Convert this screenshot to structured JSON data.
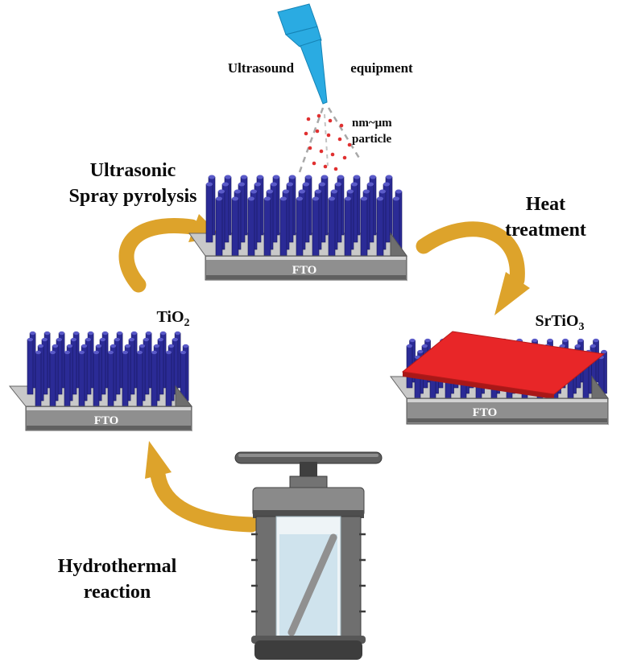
{
  "labels": {
    "ultrasound": "Ultrasound",
    "equipment": "equipment",
    "particle_size": "nm~μm",
    "particle": "particle",
    "spray_line1": "Ultrasonic",
    "spray_line2": "Spray pyrolysis",
    "heat_line1": "Heat",
    "heat_line2": "treatment",
    "hydro_line1": "Hydrothermal",
    "hydro_line2": "reaction",
    "tio2_base": "TiO",
    "tio2_sub": "2",
    "srtio3_base": "SrTiO",
    "srtio3_sub": "3",
    "fto": "FTO"
  },
  "colors": {
    "nanorod_blue": "#2b2b96",
    "nanorod_cap": "#5a5ac8",
    "arrow_gold": "#dda32b",
    "film_red": "#e82628",
    "film_red_edge": "#a81818",
    "equipment_cyan": "#2aabe2",
    "particle_dot_red": "#e03030",
    "platform_top": "#c9c9c9",
    "platform_front": "#8f8f8f",
    "platform_side": "#6e6e6e"
  }
}
